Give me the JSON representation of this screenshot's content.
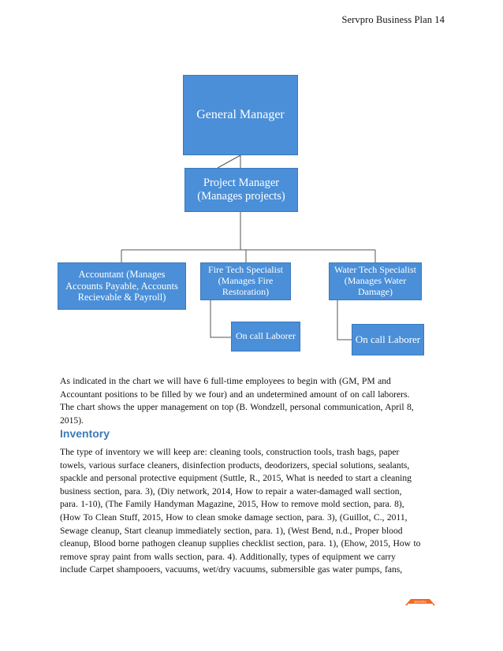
{
  "header": {
    "text": "Servpro  Business  Plan   14"
  },
  "org_chart": {
    "general_manager": "General Manager",
    "project_manager": [
      "Project Manager",
      "(Manages projects)"
    ],
    "accountant": [
      "Accountant (Manages",
      "Accounts Payable, Accounts",
      "Recievable & Payroll)"
    ],
    "fire_tech": [
      "Fire Tech Specialist",
      "(Manages Fire",
      "Restoration)"
    ],
    "water_tech": [
      "Water Tech Specialist",
      "(Manages Water",
      "Damage)"
    ],
    "laborer_fire": "On call Laborer",
    "laborer_water": "On call Laborer",
    "box_color": "#4a8fd8"
  },
  "paragraph1": [
    "As indicated  in  the chart  we will  have 6 full-time  employees  to begin  with  (GM, PM and",
    "Accountant  positions  to be filled  by we four)  and an undetermined   amount  of on call laborers.",
    "The  chart shows the upper management   on top (B. Wondzell,  personal  communication,  April  8,",
    "2015)."
  ],
  "section_heading": "Inventory",
  "heading_color": "#3d7ab8",
  "paragraph2": [
    "The type of inventory  we will  keep are: cleaning  tools,  construction  tools,  trash bags, paper",
    "towels,  various  surface cleaners,  disinfection  products,  deodorizers,  special solutions,  sealants,",
    "spackle and personal protective  equipment  (Suttle,  R., 2015, What is needed to start a cleaning",
    "business section,  para. 3), (Diy  network,  2014, How to repair a water-damaged  wall section,",
    "para. 1-10), (The Family  Handyman  Magazine,  2015, How to remove  mold section, para. 8),",
    "(How To Clean Stuff,  2015, How to clean smoke damage section,  para. 3), (Guillot,  C., 2011,",
    "Sewage cleanup,  Start cleanup  immediately  section,  para. 1), (West Bend, n.d., Proper blood",
    "cleanup,  Blood borne pathogen cleanup  supplies checklist  section,  para. 1), (Ehow,  2015, How to",
    "remove  spray paint from  walls section,  para. 4). Additionally,  types of equipment  we carry",
    "include  Carpet shampooers,  vacuums,  wet/dry  vacuums,  submersible  gas water pumps, fans,"
  ],
  "logo": {
    "text": "SERVPRO",
    "color": "#f26a21"
  }
}
